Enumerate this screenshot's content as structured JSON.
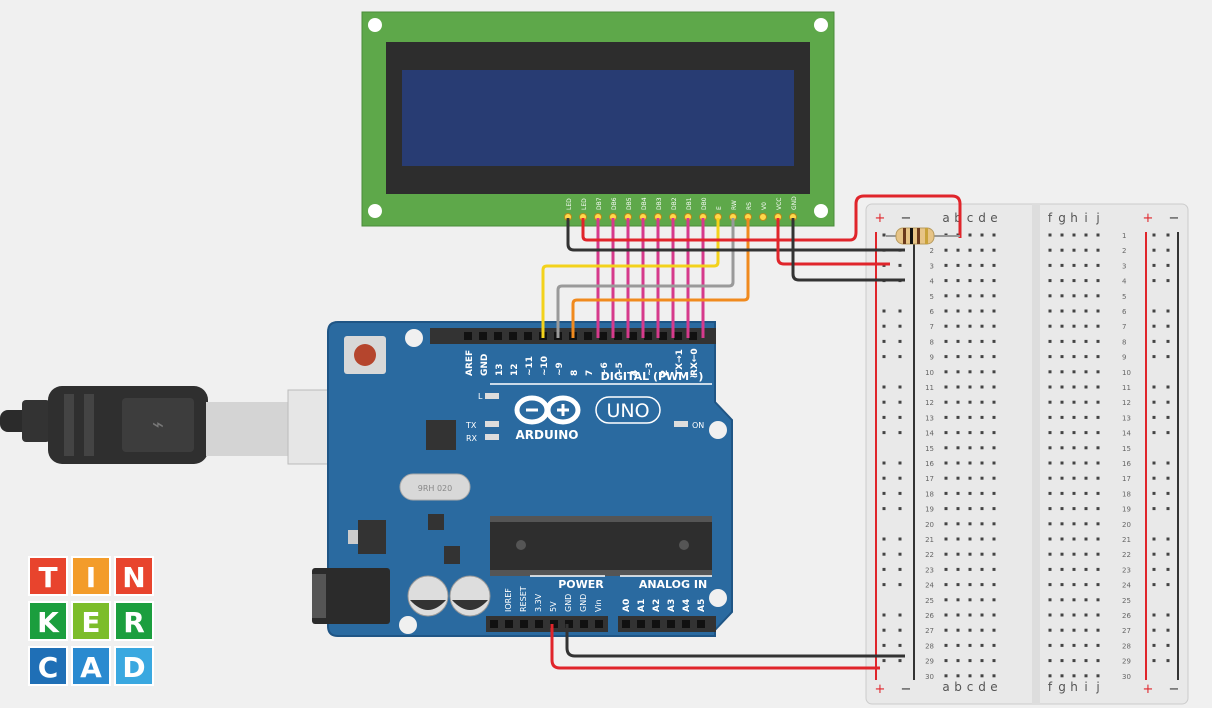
{
  "lcd": {
    "pins": [
      "LED",
      "LED",
      "DB7",
      "DB6",
      "DB5",
      "DB4",
      "DB3",
      "DB2",
      "DB1",
      "DB0",
      "E",
      "RW",
      "RS",
      "V0",
      "VCC",
      "GND"
    ]
  },
  "arduino": {
    "brand": "ARDUINO",
    "model": "UNO",
    "digital_label": "DIGITAL (PWM~)",
    "digital_pins": [
      "AREF",
      "GND",
      "13",
      "12",
      "~11",
      "~10",
      "~9",
      "8",
      "7",
      "~6",
      "~5",
      "4",
      "~3",
      "2",
      "TX→1",
      "RX←0"
    ],
    "power_label": "POWER",
    "power_pins": [
      "IOREF",
      "RESET",
      "3.3V",
      "5V",
      "GND",
      "GND",
      "Vin"
    ],
    "analog_label": "ANALOG IN",
    "analog_pins": [
      "A0",
      "A1",
      "A2",
      "A3",
      "A4",
      "A5"
    ],
    "led_labels": [
      "L",
      "TX",
      "RX"
    ],
    "on_label": "ON",
    "crystal_label": "9RH 020"
  },
  "breadboard": {
    "cols_left": [
      "a",
      "b",
      "c",
      "d",
      "e"
    ],
    "cols_right": [
      "f",
      "g",
      "h",
      "i",
      "j"
    ],
    "plus": "+",
    "minus": "−",
    "row_count": 30
  },
  "logo": {
    "letters": [
      "T",
      "I",
      "N",
      "K",
      "E",
      "R",
      "C",
      "A",
      "D"
    ],
    "colors": [
      "#e8442d",
      "#f39c2a",
      "#e8442d",
      "#1b9e3e",
      "#7cbd2a",
      "#1b9e3e",
      "#1f6fb6",
      "#2a8ad0",
      "#3aa8e0"
    ]
  },
  "colors": {
    "board_blue": "#2a6aa0",
    "lcd_green": "#5ea84a",
    "lcd_screen": "#283c73",
    "wire_red": "#e0252b",
    "wire_black": "#333333",
    "wire_magenta": "#d63a8c",
    "wire_yellow": "#f3d21b",
    "wire_gray": "#9a9a9a",
    "wire_orange": "#f08a1e"
  }
}
